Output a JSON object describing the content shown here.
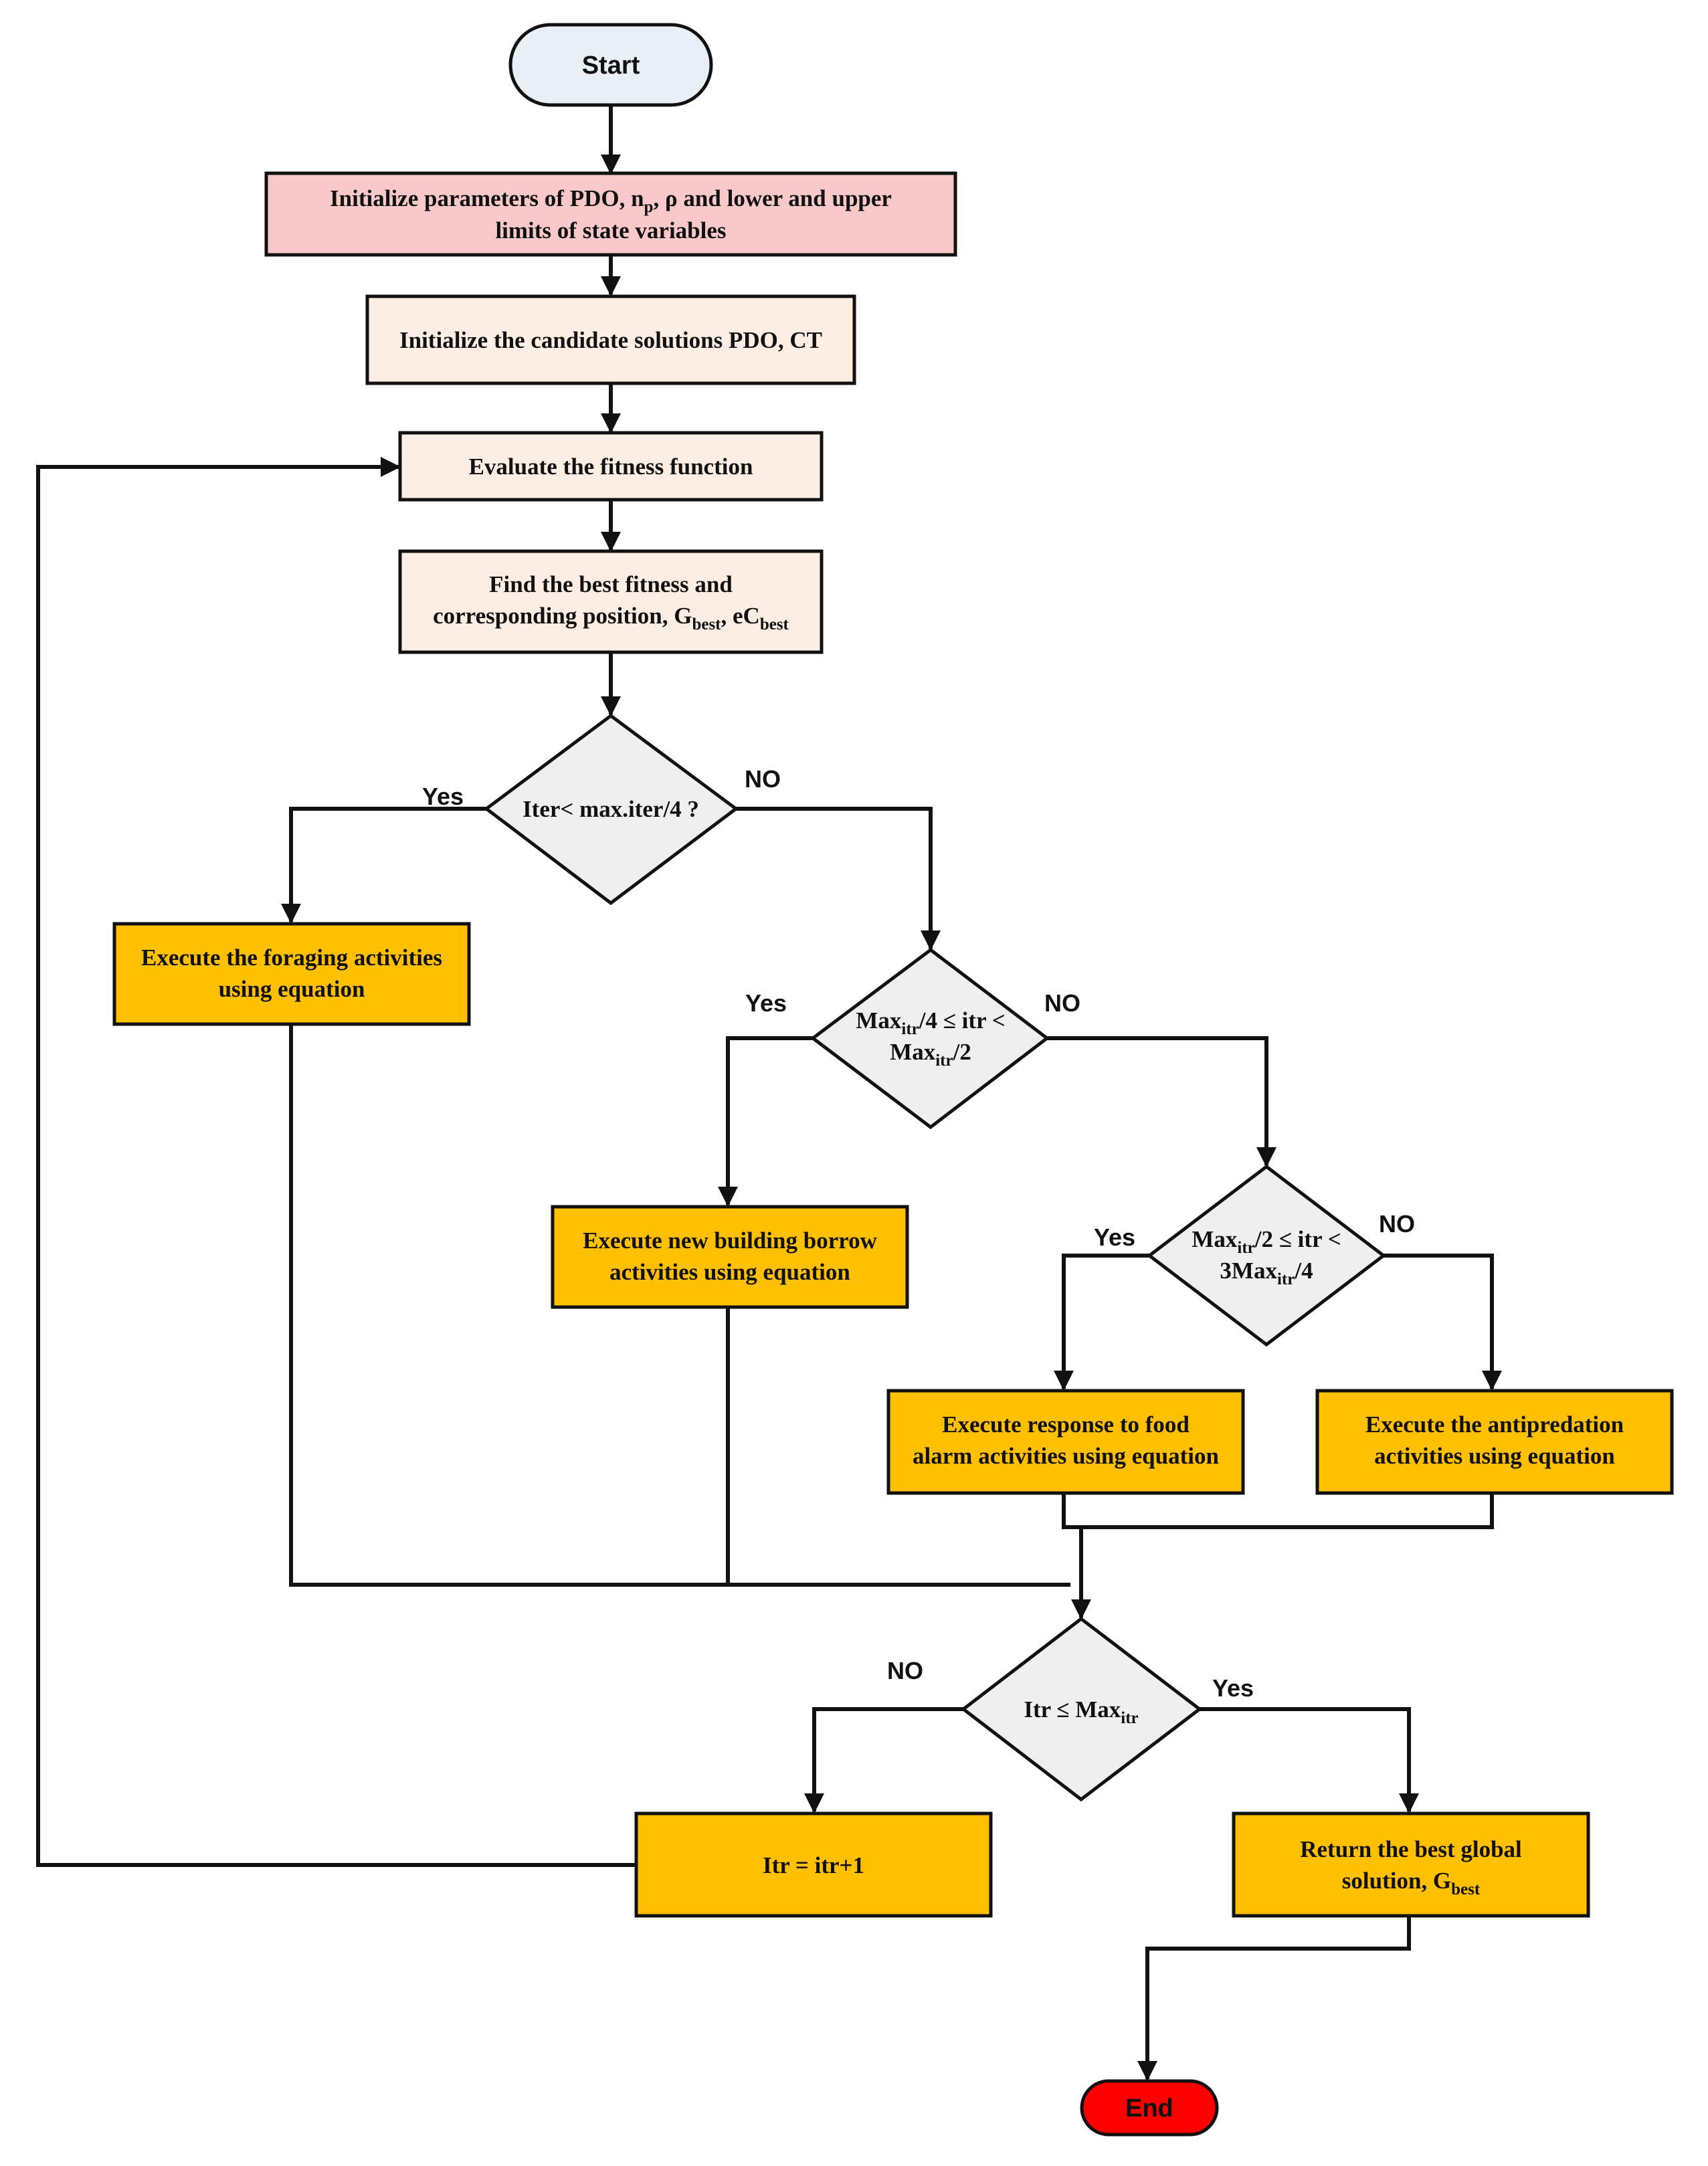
{
  "colors": {
    "start_fill": "#e8eff5",
    "end_fill": "#ff0000",
    "init_fill": "#f8c9c8",
    "process_light_fill": "#fdeee4",
    "decision_fill": "#efefef",
    "action_fill": "#ffc000",
    "stroke": "#111111"
  },
  "nodes": {
    "start": {
      "label": "Start"
    },
    "init_params": {
      "line1": {
        "pre": "Initialize parameters of PDO, n",
        "sub": "p",
        "post": ", ρ and lower and upper"
      },
      "line2": "limits of state variables"
    },
    "init_candidates": {
      "label": "Initialize the candidate solutions PDO, CT"
    },
    "evaluate": {
      "label": "Evaluate the fitness function"
    },
    "find_best": {
      "line1": "Find the best fitness and",
      "line2": {
        "pre": "corresponding position, G",
        "sub1": "best",
        "mid": ", eC",
        "sub2": "best"
      }
    },
    "decision1": {
      "label": "Iter< max.iter/4 ?"
    },
    "foraging": {
      "line1": "Execute the foraging activities",
      "line2": "using equation"
    },
    "decision2": {
      "line1": {
        "pre": "Max",
        "sub": "itr",
        "post": "/4 ≤ itr <"
      },
      "line2": {
        "pre": "Max",
        "sub": "itr",
        "post": "/2"
      }
    },
    "borrow": {
      "line1": "Execute new building borrow",
      "line2": "activities using equation"
    },
    "decision3": {
      "line1": {
        "pre": "Max",
        "sub": "itr",
        "post": "/2 ≤ itr <"
      },
      "line2": {
        "pre": "3Max",
        "sub": "itr",
        "post": "/4"
      }
    },
    "food_alarm": {
      "line1": "Execute response to food",
      "line2": "alarm activities using equation"
    },
    "antipredation": {
      "line1": "Execute the antipredation",
      "line2": "activities using equation"
    },
    "decision4": {
      "pre": "Itr ≤ Max",
      "sub": "itr"
    },
    "increment": {
      "label": "Itr = itr+1"
    },
    "return_best": {
      "line1": "Return the best global",
      "line2": {
        "pre": "solution, G",
        "sub": "best"
      }
    },
    "end": {
      "label": "End"
    }
  },
  "edge_labels": {
    "d1_yes": "Yes",
    "d1_no": "NO",
    "d2_yes": "Yes",
    "d2_no": "NO",
    "d3_yes": "Yes",
    "d3_no": "NO",
    "d4_no": "NO",
    "d4_yes": "Yes"
  }
}
